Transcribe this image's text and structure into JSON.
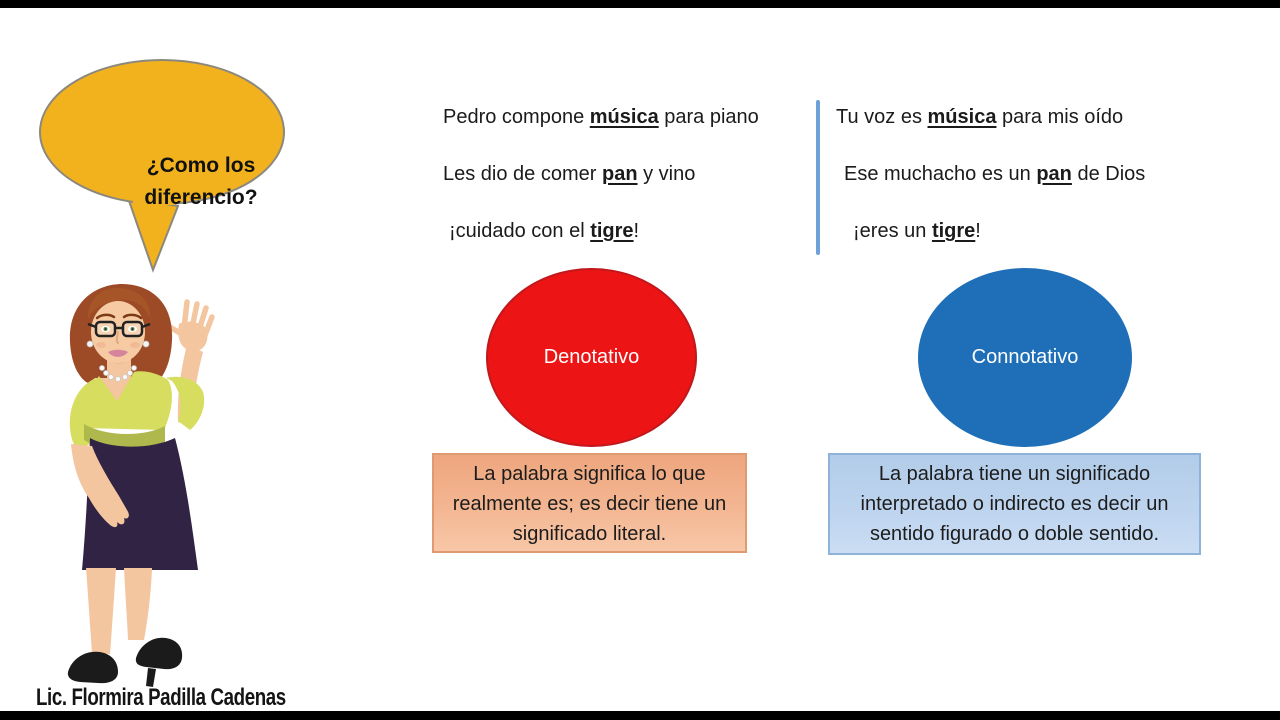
{
  "speech_bubble": {
    "text": "¿Como los diferencio?"
  },
  "examples": {
    "denotative": [
      {
        "pre": "Pedro compone ",
        "keyword": "música",
        "post": " para piano"
      },
      {
        "pre": "Les dio de comer ",
        "keyword": "pan",
        "post": " y vino"
      },
      {
        "pre": "¡cuidado con el ",
        "keyword": "tigre",
        "post": "!"
      }
    ],
    "connotative": [
      {
        "pre": "Tu voz es ",
        "keyword": "música",
        "post": " para mis oído"
      },
      {
        "pre": "Ese muchacho es un ",
        "keyword": "pan",
        "post": " de Dios"
      },
      {
        "pre": "¡eres un ",
        "keyword": "tigre",
        "post": "!"
      }
    ]
  },
  "concepts": {
    "denotative": {
      "label": "Denotativo",
      "definition": "La palabra significa lo que realmente es; es decir tiene un significado literal."
    },
    "connotative": {
      "label": "Connotativo",
      "definition": "La palabra tiene un significado interpretado o indirecto es decir un sentido figurado o doble sentido."
    }
  },
  "footer": {
    "credit": "Lic. Flormira Padilla Cadenas"
  },
  "illustration": {
    "description": "Cartoon teacher woman with glasses waving"
  },
  "colors": {
    "bubble_fill": "#F2B21E",
    "bubble_outline": "#8C887E",
    "denotative_ellipse": "#EC1414",
    "connotative_ellipse": "#1E6FB8",
    "denotative_box_bg": "#F2AE88",
    "denotative_box_border": "#E09A72",
    "connotative_box_bg": "#BFD5EF",
    "connotative_box_border": "#8FB2D8",
    "divider": "#6CA2D8",
    "text": "#1B1B1B"
  }
}
